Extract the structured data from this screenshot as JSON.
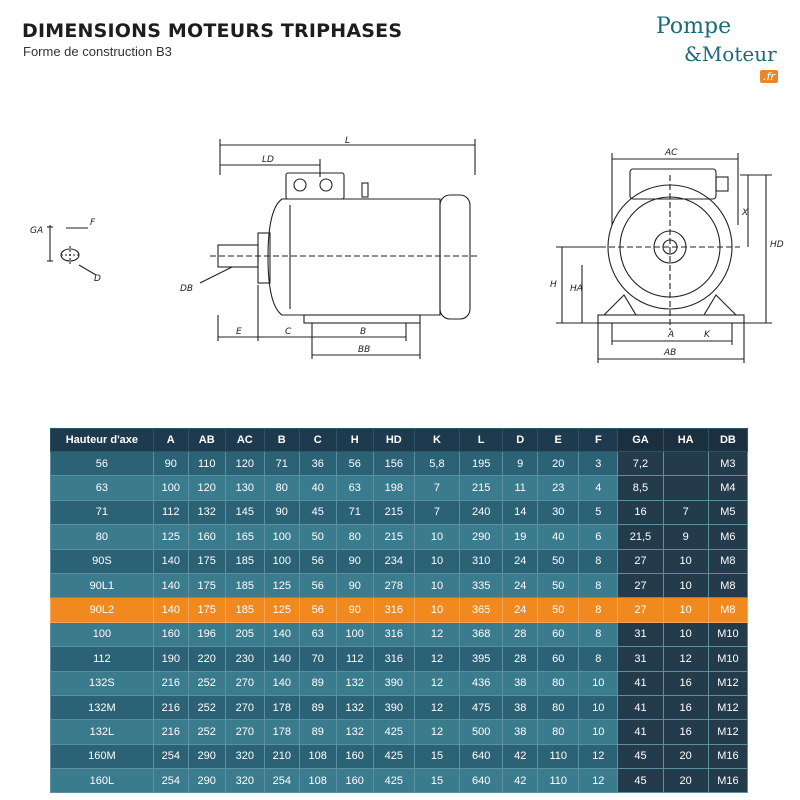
{
  "header": {
    "title": "DIMENSIONS MOTEURS TRIPHASES",
    "subtitle": "Forme de construction B3"
  },
  "logo": {
    "line1": "Pompe",
    "line2": "&Moteur",
    "tld": ".fr"
  },
  "drawing": {
    "labels": {
      "ga": "GA",
      "f": "F",
      "d": "D",
      "l": "L",
      "ld": "LD",
      "db": "DB",
      "e": "E",
      "c": "C",
      "b": "B",
      "bb": "BB",
      "ac": "AC",
      "x": "X",
      "hd": "HD",
      "h": "H",
      "ha": "HA",
      "k": "K",
      "a": "A",
      "ab": "AB"
    }
  },
  "table": {
    "headers": [
      "Hauteur d'axe",
      "A",
      "AB",
      "AC",
      "B",
      "C",
      "H",
      "HD",
      "K",
      "L",
      "D",
      "E",
      "F",
      "GA",
      "HA",
      "DB"
    ],
    "highlight_row": 6,
    "rows": [
      [
        "56",
        "90",
        "110",
        "120",
        "71",
        "36",
        "56",
        "156",
        "5,8",
        "195",
        "9",
        "20",
        "3",
        "7,2",
        "",
        "M3"
      ],
      [
        "63",
        "100",
        "120",
        "130",
        "80",
        "40",
        "63",
        "198",
        "7",
        "215",
        "11",
        "23",
        "4",
        "8,5",
        "",
        "M4"
      ],
      [
        "71",
        "112",
        "132",
        "145",
        "90",
        "45",
        "71",
        "215",
        "7",
        "240",
        "14",
        "30",
        "5",
        "16",
        "7",
        "M5"
      ],
      [
        "80",
        "125",
        "160",
        "165",
        "100",
        "50",
        "80",
        "215",
        "10",
        "290",
        "19",
        "40",
        "6",
        "21,5",
        "9",
        "M6"
      ],
      [
        "90S",
        "140",
        "175",
        "185",
        "100",
        "56",
        "90",
        "234",
        "10",
        "310",
        "24",
        "50",
        "8",
        "27",
        "10",
        "M8"
      ],
      [
        "90L1",
        "140",
        "175",
        "185",
        "125",
        "56",
        "90",
        "278",
        "10",
        "335",
        "24",
        "50",
        "8",
        "27",
        "10",
        "M8"
      ],
      [
        "90L2",
        "140",
        "175",
        "185",
        "125",
        "56",
        "90",
        "316",
        "10",
        "365",
        "24",
        "50",
        "8",
        "27",
        "10",
        "M8"
      ],
      [
        "100",
        "160",
        "196",
        "205",
        "140",
        "63",
        "100",
        "316",
        "12",
        "368",
        "28",
        "60",
        "8",
        "31",
        "10",
        "M10"
      ],
      [
        "112",
        "190",
        "220",
        "230",
        "140",
        "70",
        "112",
        "316",
        "12",
        "395",
        "28",
        "60",
        "8",
        "31",
        "12",
        "M10"
      ],
      [
        "132S",
        "216",
        "252",
        "270",
        "140",
        "89",
        "132",
        "390",
        "12",
        "436",
        "38",
        "80",
        "10",
        "41",
        "16",
        "M12"
      ],
      [
        "132M",
        "216",
        "252",
        "270",
        "178",
        "89",
        "132",
        "390",
        "12",
        "475",
        "38",
        "80",
        "10",
        "41",
        "16",
        "M12"
      ],
      [
        "132L",
        "216",
        "252",
        "270",
        "178",
        "89",
        "132",
        "425",
        "12",
        "500",
        "38",
        "80",
        "10",
        "41",
        "16",
        "M12"
      ],
      [
        "160M",
        "254",
        "290",
        "320",
        "210",
        "108",
        "160",
        "425",
        "15",
        "640",
        "42",
        "110",
        "12",
        "45",
        "20",
        "M16"
      ],
      [
        "160L",
        "254",
        "290",
        "320",
        "254",
        "108",
        "160",
        "425",
        "15",
        "640",
        "42",
        "110",
        "12",
        "45",
        "20",
        "M16"
      ]
    ]
  },
  "colors": {
    "header_bg": "#1e3a4f",
    "row_light": "#3a7b8e",
    "row_dark": "#2b6276",
    "dark_columns": "#243b4b",
    "highlight": "#f08a1f",
    "brand": "#1b6a7a",
    "brand_accent": "#e8872a"
  }
}
